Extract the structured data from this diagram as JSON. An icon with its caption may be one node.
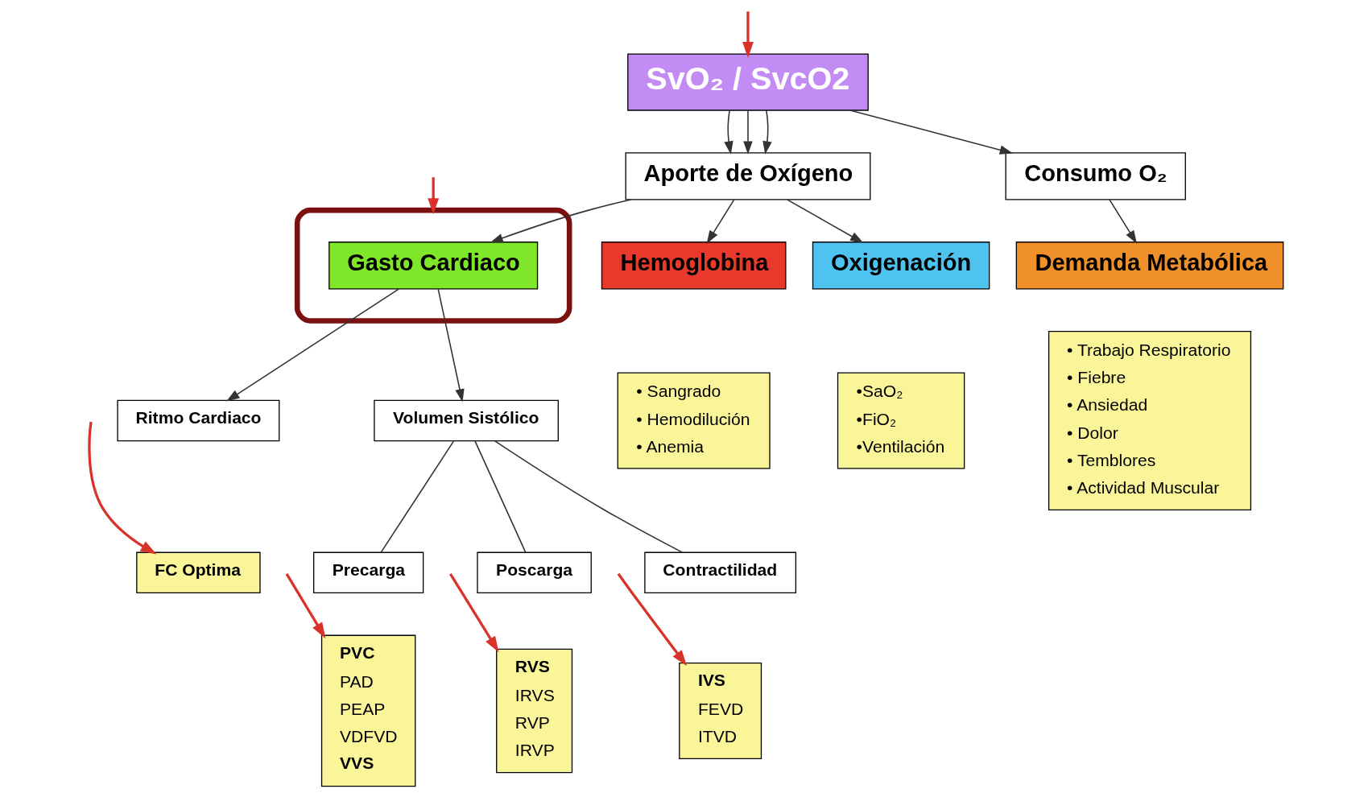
{
  "diagram": {
    "nodes": [
      {
        "text": [
          "SvO₂ / SvcO2"
        ]
      },
      {
        "text": [
          "Aporte de Oxígeno"
        ]
      },
      {
        "text": [
          "Consumo O₂"
        ]
      },
      {
        "text": [],
        "shape": "ellipse"
      },
      {
        "text": [
          "Gasto Cardiaco"
        ],
        "in": 3
      },
      {
        "text": [
          "Hemoglobina"
        ]
      },
      {
        "text": [
          "• Sangrado",
          "• Hemodilución",
          "• Anemia"
        ]
      },
      {
        "text": [
          "Oxigenación"
        ]
      },
      {
        "text": [
          "•SaO₂",
          "•FiO₂",
          "•Ventilación"
        ]
      },
      {
        "text": [
          "Demanda Metabólica"
        ]
      },
      {
        "text": [
          "• Trabajo Respiratorio",
          "• Fiebre",
          "• Ansiedad",
          "• Dolor",
          "• Temblores",
          "• Actividad Muscular"
        ]
      },
      {
        "text": [
          "Ritmo Cardiaco"
        ]
      },
      {
        "text": [
          "Volumen Sistólico"
        ]
      },
      {
        "text": [
          "FC Optima"
        ]
      },
      {
        "text": [
          "Precarga"
        ]
      },
      {
        "text": [
          "Poscarga"
        ]
      },
      {
        "text": [
          "Contractilidad"
        ]
      },
      {
        "text": [
          "**PVC**",
          "PAD",
          "PEAP",
          "VDFVD",
          "**VVS**"
        ]
      },
      {
        "text": [
          "**RVS**",
          "IRVS",
          "RVP",
          "IRVP"
        ]
      },
      {
        "text": [
          "**IVS**",
          "FEVD",
          "ITVD"
        ]
      }
    ],
    "edges": [
      {
        "from": 0,
        "to": 1,
        "arrow": "to"
      },
      {
        "from": 0,
        "to": 1,
        "arrow": "to"
      },
      {
        "from": 0,
        "to": 1,
        "arrow": "to"
      },
      {
        "from": 0,
        "to": 2,
        "arrow": "to"
      },
      {
        "from": 1,
        "to": 4,
        "arrow": "to"
      },
      {
        "from": 1,
        "to": 5,
        "arrow": "to"
      },
      {
        "from": 1,
        "to": 7,
        "arrow": "to"
      },
      {
        "from": 2,
        "to": 9,
        "arrow": "to"
      },
      {
        "from": 4,
        "to": 11,
        "arrow": "to"
      },
      {
        "from": 4,
        "to": 12,
        "arrow": "to"
      },
      {
        "from": 12,
        "to": 14,
        "arrow": "none"
      },
      {
        "from": 12,
        "to": 15,
        "arrow": "none"
      },
      {
        "from": 12,
        "to": 16,
        "arrow": "none"
      },
      {
        "from": null,
        "to": 0,
        "arrow": "to",
        "color": "#d8322a"
      },
      {
        "from": null,
        "to": 3,
        "arrow": "to",
        "color": "#d8322a"
      },
      {
        "from": null,
        "to": 13,
        "arrow": "to",
        "color": "#d8322a"
      },
      {
        "from": null,
        "to": 18,
        "arrow": "to",
        "color": "#d8322a"
      },
      {
        "from": null,
        "to": 19,
        "arrow": "to",
        "color": "#d8322a"
      },
      {
        "from": null,
        "to": 17,
        "arrow": "to",
        "color": "#d8322a"
      }
    ]
  }
}
